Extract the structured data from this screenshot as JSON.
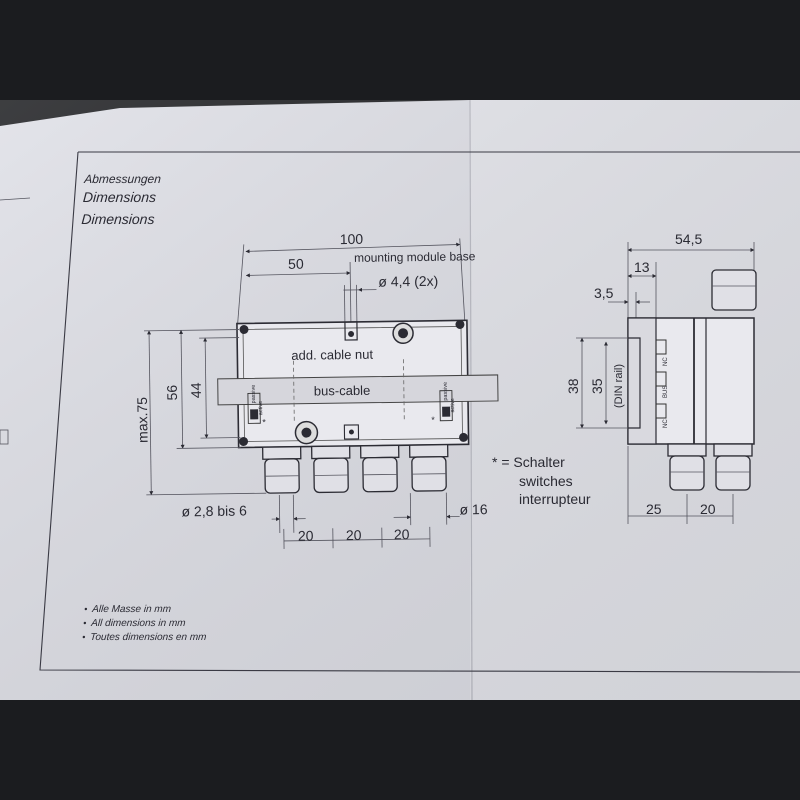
{
  "heading": {
    "de": "Abmessungen",
    "en": "Dimensions",
    "fr": "Dimensions"
  },
  "front_view": {
    "dim_total_width": "100",
    "dim_half_width": "50",
    "label_mounting": "mounting module base",
    "dim_hole": "ø 4,4 (2x)",
    "label_cable_nut": "add. cable nut",
    "label_bus_cable": "bus-cable",
    "dim_max_height": "max.75",
    "dim_height_56": "56",
    "dim_height_44": "44",
    "dim_cable_range": "ø 2,8 bis 6",
    "dim_gland": "ø 16",
    "dim_pitch": [
      "20",
      "20",
      "20"
    ],
    "switch_labels": [
      "passive",
      "active"
    ]
  },
  "legend": {
    "marker": "* = Schalter",
    "line2": "switches",
    "line3": "interrupteur"
  },
  "side_view": {
    "dim_depth": "54,5",
    "dim_13": "13",
    "dim_3_5": "3,5",
    "dim_38": "38",
    "dim_35": "35",
    "label_din": "(DIN rail)",
    "dim_25": "25",
    "dim_20": "20",
    "connector_labels": [
      "NC",
      "BUS",
      "NC"
    ]
  },
  "footnotes": [
    "Alle Masse in mm",
    "All dimensions in mm",
    "Toutes dimensions en mm"
  ]
}
